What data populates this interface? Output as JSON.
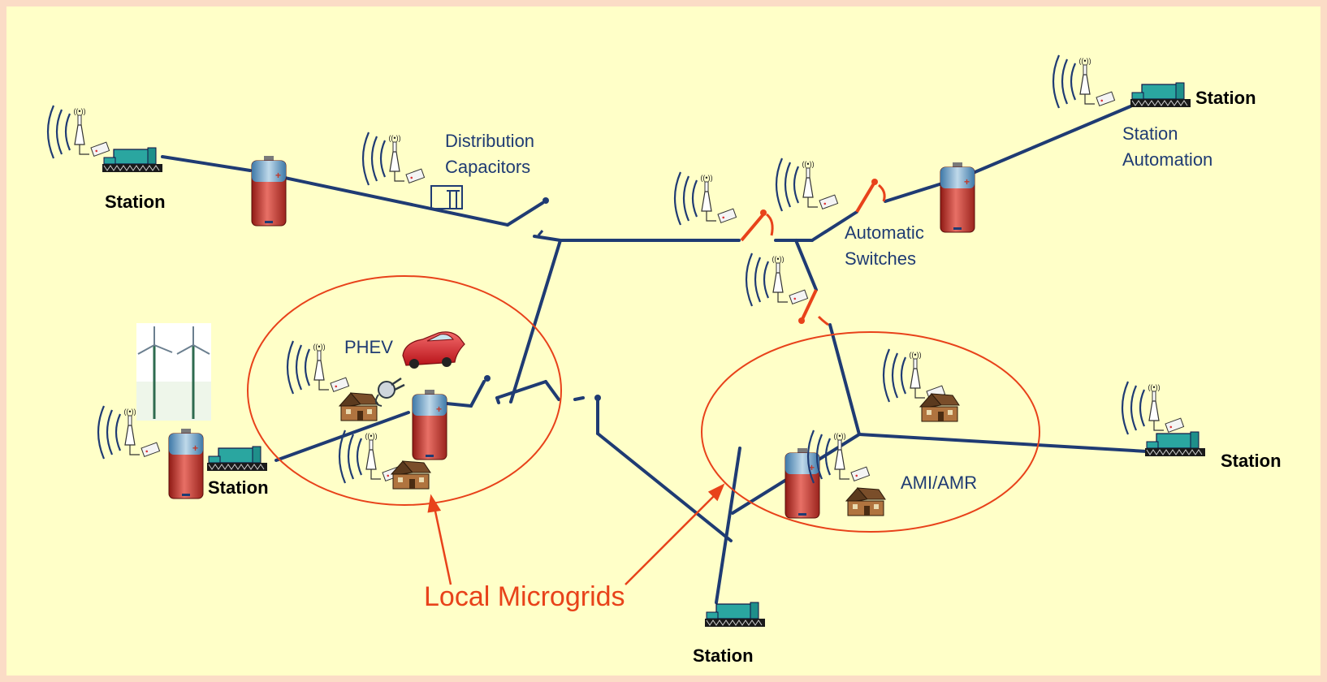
{
  "colors": {
    "background": "#ffffc8",
    "border": "#fbdcc6",
    "line": "#1f3b73",
    "switch": "#e8421a",
    "ellipse": "#e8421a",
    "label_blue": "#1f3b73",
    "station_teal": "#2aa6a0",
    "highlight_text": "#e8421a"
  },
  "labels": {
    "station": "Station",
    "distribution_capacitors_1": "Distribution",
    "distribution_capacitors_2": "Capacitors",
    "station_automation_1": "Station",
    "station_automation_2": "Automation",
    "automatic_switches_1": "Automatic",
    "automatic_switches_2": "Switches",
    "phev": "PHEV",
    "ami_amr": "AMI/AMR",
    "local_microgrids": "Local Microgrids"
  },
  "icons": [
    "radio-tower-icon",
    "wireless-waves-icon",
    "modem-icon",
    "substation-icon",
    "battery-icon",
    "house-icon",
    "car-icon",
    "plug-icon",
    "wind-turbine-icon",
    "capacitor-icon",
    "switch-icon"
  ]
}
